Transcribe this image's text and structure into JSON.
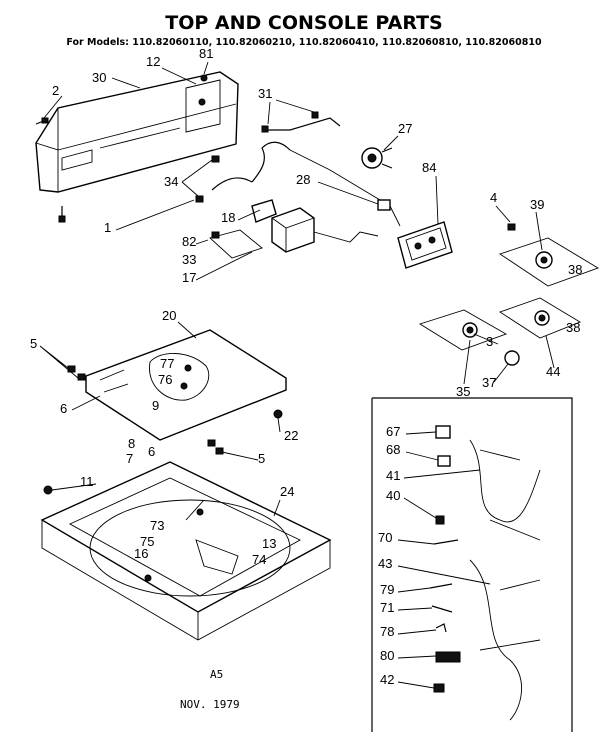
{
  "title": "TOP AND CONSOLE PARTS",
  "models_line": "For Models: 110.82060110, 110.82060210, 110.82060410, 110.82060810, 110.82060810",
  "footer": {
    "code": "A5",
    "date": "NOV. 1979"
  },
  "callouts": {
    "c1": "1",
    "c2": "2",
    "c3": "3",
    "c4": "4",
    "c5a": "5",
    "c5b": "5",
    "c6a": "6",
    "c6b": "6",
    "c7": "7",
    "c8": "8",
    "c9": "9",
    "c11": "11",
    "c12": "12",
    "c13": "13",
    "c16": "16",
    "c17": "17",
    "c18": "18",
    "c20": "20",
    "c22": "22",
    "c24": "24",
    "c27": "27",
    "c28": "28",
    "c30": "30",
    "c31": "31",
    "c33": "33",
    "c34": "34",
    "c35": "35",
    "c37": "37",
    "c38a": "38",
    "c38b": "38",
    "c39": "39",
    "c40": "40",
    "c41": "41",
    "c42": "42",
    "c43": "43",
    "c44": "44",
    "c67": "67",
    "c68": "68",
    "c70": "70",
    "c71": "71",
    "c73": "73",
    "c74": "74",
    "c75": "75",
    "c76": "76",
    "c77": "77",
    "c78": "78",
    "c79": "79",
    "c80": "80",
    "c81": "81",
    "c82": "82",
    "c84": "84"
  }
}
